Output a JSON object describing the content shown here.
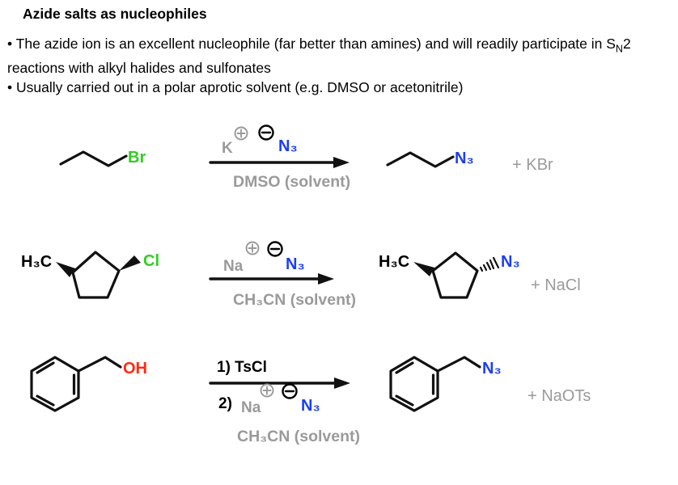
{
  "header": {
    "title": "Azide salts as nucleophiles",
    "bullet1_before": "• The azide ion is an excellent nucleophile (far better than amines) and will readily participate in S",
    "bullet1_sub": "N",
    "bullet1_after": "2 reactions with alkyl halides and sulfonates",
    "bullet2": "• Usually carried out in a polar aprotic solvent (e.g. DMSO or acetonitrile)"
  },
  "colors": {
    "halide_green": "#33cc22",
    "azide_blue": "#1d3df2",
    "hydroxyl_red": "#ff2a12",
    "reagent_gray": "#9a9a9a",
    "bond_black": "#111111"
  },
  "reactions": {
    "r1": {
      "substrate_halide": "Br",
      "cation": "K",
      "azide": "N₃",
      "solvent": "DMSO (solvent)",
      "product_azide": "N₃",
      "byproduct": "+ KBr"
    },
    "r2": {
      "substrate_methyl": "H₃C",
      "substrate_halide": "Cl",
      "cation": "Na",
      "azide": "N₃",
      "solvent": "CH₃CN (solvent)",
      "product_methyl": "H₃C",
      "product_azide": "N₃",
      "byproduct": "+ NaCl"
    },
    "r3": {
      "substrate_oh": "OH",
      "step1": "1) TsCl",
      "step2": "2)",
      "cation": "Na",
      "azide": "N₃",
      "solvent": "CH₃CN (solvent)",
      "product_azide": "N₃",
      "byproduct": "+ NaOTs"
    }
  }
}
